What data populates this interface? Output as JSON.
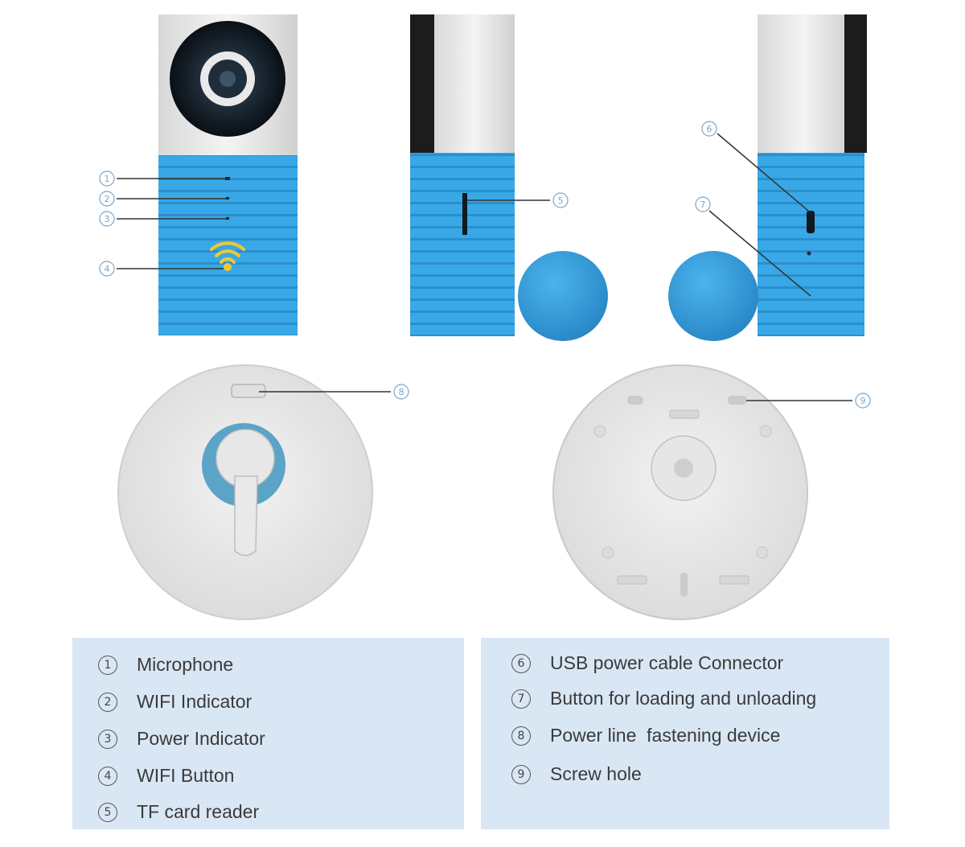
{
  "legend_left": [
    {
      "num": "1",
      "label": "Microphone"
    },
    {
      "num": "2",
      "label": "WIFI Indicator"
    },
    {
      "num": "3",
      "label": "Power Indicator"
    },
    {
      "num": "4",
      "label": "WIFI Button"
    },
    {
      "num": "5",
      "label": "TF card reader"
    }
  ],
  "legend_right": [
    {
      "num": "6",
      "label": "USB power cable Connector"
    },
    {
      "num": "7",
      "label": "Button for loading and unloading"
    },
    {
      "num": "8",
      "label": "Power line  fastening device"
    },
    {
      "num": "9",
      "label": "Screw hole"
    }
  ],
  "callouts": [
    "1",
    "2",
    "3",
    "4",
    "5",
    "6",
    "7",
    "8",
    "9"
  ],
  "colors": {
    "body_blue": "#39a8e6",
    "body_white": "#ececec",
    "legend_bg": "#d9e7f5",
    "callout_line": "#333333",
    "wifi_yellow": "#f2c832"
  },
  "icons": [
    "wifi-icon",
    "camera-lens-icon"
  ]
}
